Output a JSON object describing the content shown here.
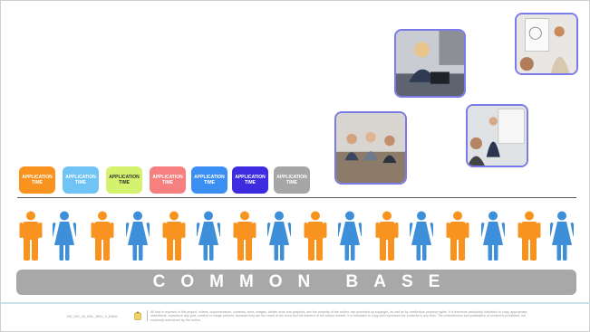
{
  "tabs": [
    {
      "label": "APPLICATION TIME",
      "color": "#f7931e"
    },
    {
      "label": "APPLICATION TIME",
      "color": "#6fc3f5"
    },
    {
      "label": "APPLICATION TIME",
      "color": "#d4f26d"
    },
    {
      "label": "APPLICATION TIME",
      "color": "#f67f7f"
    },
    {
      "label": "APPLICATION TIME",
      "color": "#3b8ff2"
    },
    {
      "label": "APPLICATION TIME",
      "color": "#3d2be0"
    },
    {
      "label": "APPLICATION TIME",
      "color": "#a6a6a6"
    }
  ],
  "people": [
    "male",
    "female",
    "male",
    "female",
    "male",
    "female",
    "male",
    "female",
    "male",
    "female",
    "male",
    "female",
    "male",
    "female",
    "male",
    "female"
  ],
  "colors": {
    "male": "#f7931e",
    "female": "#3d8fd9",
    "photo_border": "#7b7be8",
    "base": "#a8a8a8"
  },
  "base_label": "COMMON BASE",
  "photos": [
    "office-meeting-photo",
    "woman-laptop-photo",
    "presenter-whiteboard-photo",
    "woman-flipchart-photo"
  ],
  "footer": {
    "code": "NK_DIS_16_BDL_NEU_0_EN06",
    "text": "All that is reported in this project, videos, documentation, contents, texts, images, artistic work and graphics, are the property of the author, are protected by copyright, as well as by intellectual property rights. It is therefore absolutely forbidden to copy, appropriate, redistribute, reproduce any part, content or image present, because they are the result of the work and the intellect of the author himself. It is forbidden to copy and reproduce the contents in any form. The redistribution and publication of content is prohibited, not expressly authorized by the author."
  }
}
